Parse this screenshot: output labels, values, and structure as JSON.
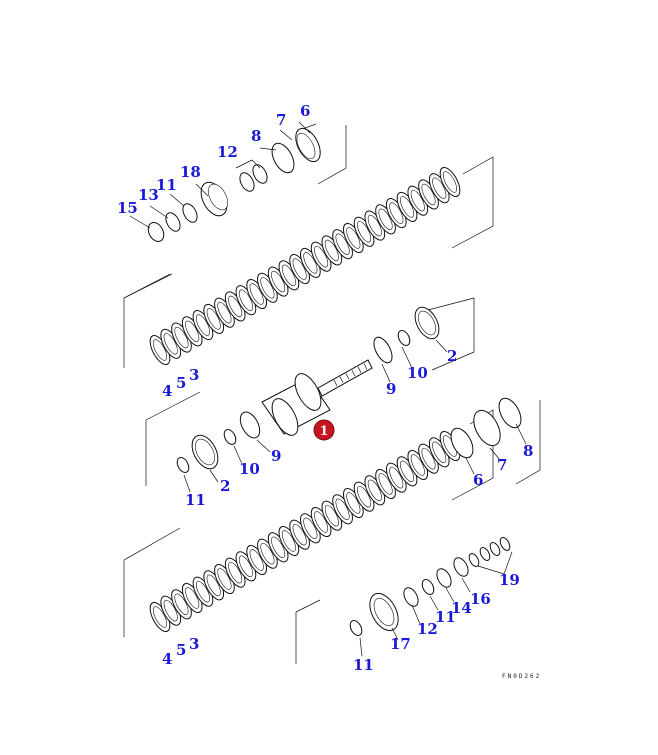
{
  "diagram": {
    "main_callout": "1",
    "drawing_code": "FN0D262",
    "colors": {
      "callout": "#1a1ad6",
      "badge": "#c8141e",
      "lines": "#111111"
    },
    "callouts": [
      "6",
      "7",
      "8",
      "12",
      "18",
      "13",
      "11",
      "15",
      "2",
      "10",
      "9",
      "4",
      "5",
      "3",
      "9",
      "10",
      "11",
      "2",
      "8",
      "7",
      "6",
      "4",
      "5",
      "3",
      "19",
      "16",
      "14",
      "11",
      "12",
      "17",
      "11"
    ]
  }
}
